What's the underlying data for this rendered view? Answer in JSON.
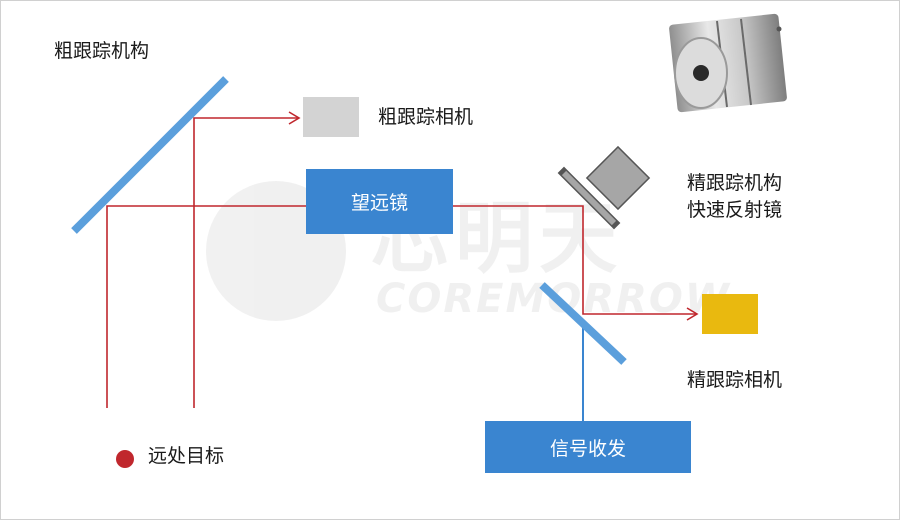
{
  "labels": {
    "coarse_mechanism": "粗跟踪机构",
    "coarse_camera": "粗跟踪相机",
    "telescope": "望远镜",
    "fine_mechanism": "精跟踪机构",
    "fast_mirror": "快速反射镜",
    "fine_camera": "精跟踪相机",
    "signal": "信号收发",
    "target": "远处目标"
  },
  "watermark": {
    "chinese": "芯明天",
    "english": "COREMORROW"
  },
  "colors": {
    "beam": "#c0272d",
    "signal_line": "#3a85d0",
    "mirror": "#5b9fdc",
    "telescope_box": "#3a85d0",
    "coarse_camera": "#d3d3d3",
    "fine_camera": "#e9b90f",
    "target_dot": "#c0272d"
  }
}
